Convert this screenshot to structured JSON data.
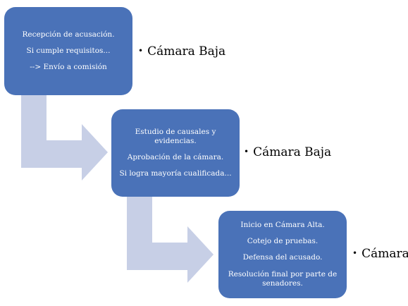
{
  "steps": [
    {
      "lines": [
        "Recepción de acusación.",
        "Si cumple requisitos...",
        "--> Envío a comisión"
      ],
      "label": "Cámara Baja"
    },
    {
      "lines": [
        "Estudio de causales y evidencias.",
        "Aprobación de la cámara.",
        "Si logra mayoría cualificada..."
      ],
      "label": "Cámara Baja"
    },
    {
      "lines": [
        "Inicio en Cámara Alta.",
        "Cotejo de pruebas.",
        "Defensa del acusado.",
        "Resolución final por parte de senadores."
      ],
      "label": "Cámara"
    }
  ],
  "colors": {
    "box_fill": "#4a72b8",
    "box_text": "#ffffff",
    "arrow_fill": "#c7cfe6"
  }
}
